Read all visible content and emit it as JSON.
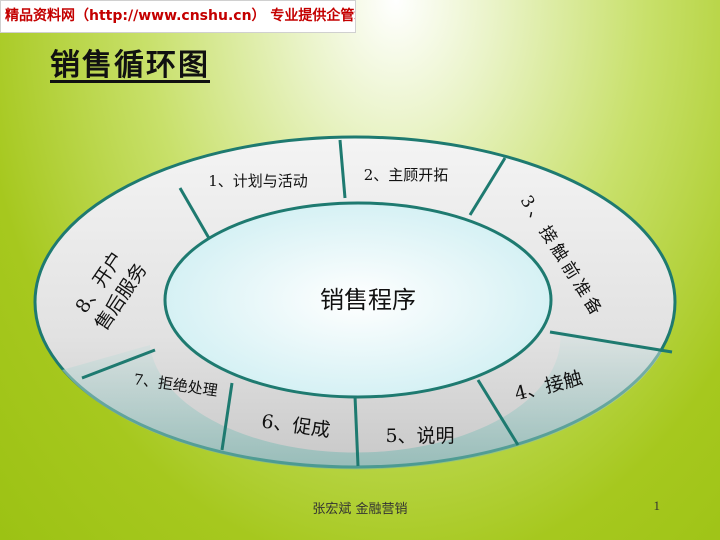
{
  "header": {
    "watermark": "精品资料网（http://www.cnshu.cn） 专业提供企管培训资料"
  },
  "slide": {
    "title": "销售循环图",
    "center_label": "销售程序",
    "steps": [
      {
        "label": "1、计划与活动"
      },
      {
        "label": "2、主顾开拓"
      },
      {
        "label": "3、接触前准备"
      },
      {
        "label": "4、接触"
      },
      {
        "label": "5、说明"
      },
      {
        "label": "6、促成"
      },
      {
        "label": "7、拒绝处理"
      },
      {
        "label": "8、开户售后服务"
      }
    ]
  },
  "footer": {
    "author": "张宏斌 金融营销",
    "page_number": "1"
  },
  "colors": {
    "ring_fill": "#e0e0e0",
    "ring_stroke": "#1e7a70",
    "center_fill": "#d8f2f4",
    "background_accent": "#a6c81e"
  }
}
